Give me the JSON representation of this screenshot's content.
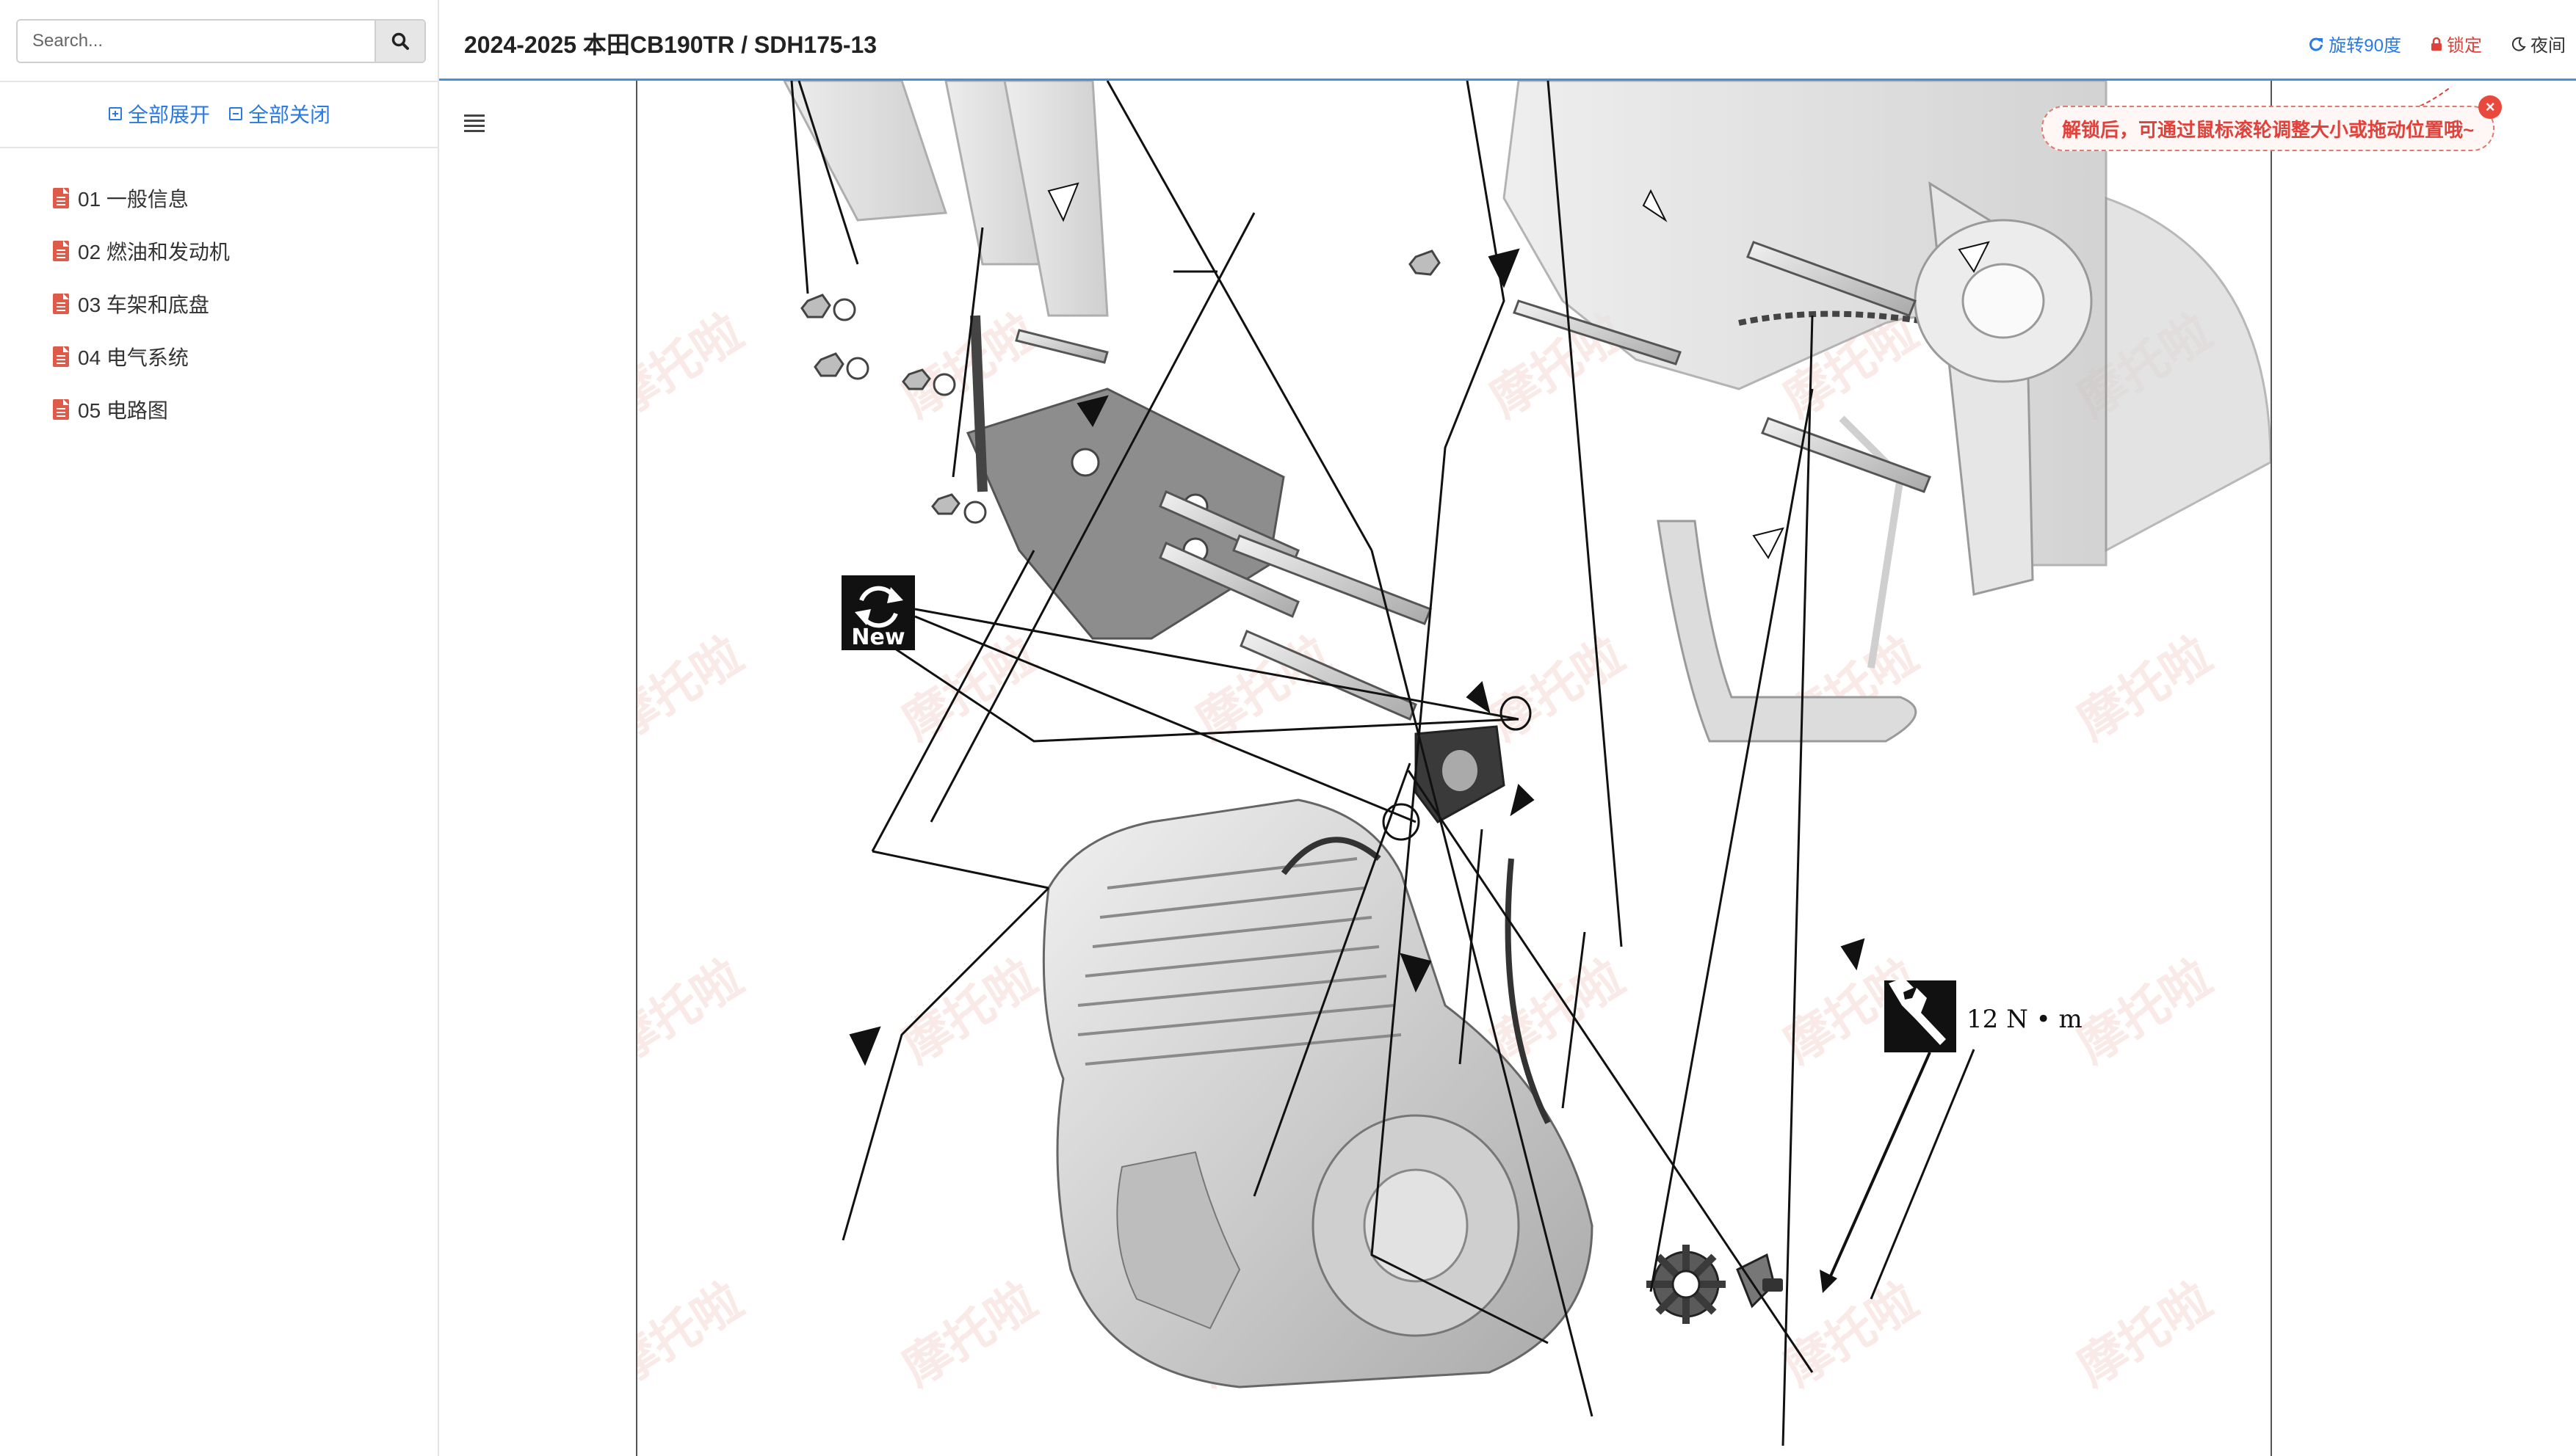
{
  "search": {
    "placeholder": "Search..."
  },
  "tree_actions": {
    "expand_all": "全部展开",
    "collapse_all": "全部关闭"
  },
  "tree": [
    {
      "label": "01 一般信息"
    },
    {
      "label": "02 燃油和发动机"
    },
    {
      "label": "03 车架和底盘"
    },
    {
      "label": "04 电气系统"
    },
    {
      "label": "05 电路图"
    }
  ],
  "header": {
    "title": "2024-2025 本田CB190TR / SDH175-13",
    "rotate_label": "旋转90度",
    "lock_label": "锁定",
    "night_label": "夜间"
  },
  "tooltip": {
    "text": "解锁后，可通过鼠标滚轮调整大小或拖动位置哦~",
    "close": "×"
  },
  "diagram": {
    "new_badge": "New",
    "torque": "12 N • m"
  },
  "colors": {
    "accent": "#2a7ae2",
    "lock": "#e0413a",
    "header_border": "#4c8fd4"
  }
}
